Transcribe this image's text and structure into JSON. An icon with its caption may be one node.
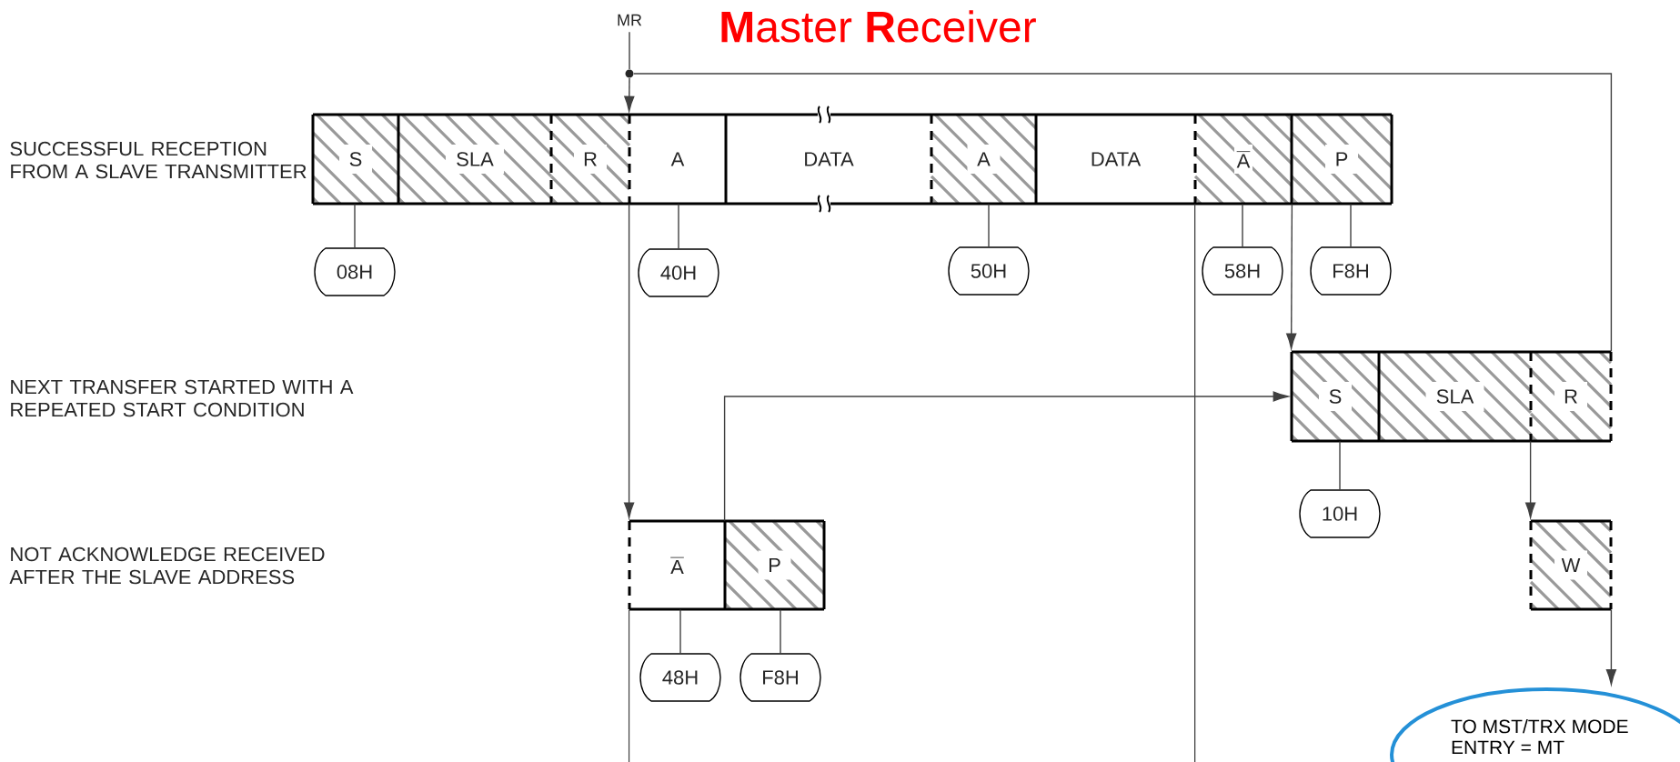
{
  "diagram": {
    "title": "**M**aster **R**eceiver",
    "nodes": [
      {
        "text": [
          "MR"
        ]
      },
      {
        "text": [
          "S"
        ]
      },
      {
        "text": [
          "SLA"
        ]
      },
      {
        "text": [
          "R"
        ]
      },
      {
        "text": [
          "A"
        ]
      },
      {
        "text": [
          "DATA"
        ]
      },
      {
        "text": [
          "A"
        ]
      },
      {
        "text": [
          "DATA"
        ]
      },
      {
        "text": [
          "\\overline{\\mathrm{A}}"
        ]
      },
      {
        "text": [
          "P"
        ]
      },
      {
        "text": [
          "08H"
        ]
      },
      {
        "text": [
          "40H"
        ]
      },
      {
        "text": [
          "50H"
        ]
      },
      {
        "text": [
          "58H"
        ]
      },
      {
        "text": [
          "F8H"
        ]
      },
      {
        "text": [
          "S"
        ]
      },
      {
        "text": [
          "SLA"
        ]
      },
      {
        "text": [
          "R"
        ]
      },
      {
        "text": [
          "10H"
        ]
      },
      {
        "text": [
          "\\overline{\\mathrm{A}}"
        ]
      },
      {
        "text": [
          "P"
        ]
      },
      {
        "text": [
          "W"
        ]
      },
      {
        "text": [
          "48H"
        ]
      },
      {
        "text": [
          "F8H"
        ]
      },
      {
        "text": [
          "TO MST/TRX MODE ENTRY = MT"
        ]
      },
      {
        "text": [],
        "shape": "circle"
      }
    ],
    "edges": [
      {
        "from": 0,
        "to": 25,
        "arrow": "none"
      },
      {
        "from": 25,
        "to": 4,
        "arrow": "to"
      },
      {
        "from": 4,
        "to": 19,
        "arrow": "to"
      },
      {
        "from": 19,
        "to": null,
        "arrow": "none"
      },
      {
        "from": 8,
        "to": null,
        "arrow": "none"
      },
      {
        "from": 8,
        "to": 15,
        "arrow": "to"
      },
      {
        "from": 20,
        "to": 15,
        "arrow": "to"
      },
      {
        "from": 17,
        "to": 21,
        "arrow": "to"
      },
      {
        "from": 21,
        "to": 24,
        "arrow": "to"
      },
      {
        "from": 1,
        "to": 10,
        "arrow": "none"
      },
      {
        "from": 4,
        "to": 11,
        "arrow": "none"
      },
      {
        "from": 6,
        "to": 12,
        "arrow": "none"
      },
      {
        "from": 8,
        "to": 13,
        "arrow": "none"
      },
      {
        "from": 9,
        "to": 14,
        "arrow": "none"
      },
      {
        "from": 15,
        "to": 18,
        "arrow": "none"
      },
      {
        "from": 19,
        "to": 22,
        "arrow": "none"
      },
      {
        "from": 20,
        "to": 23,
        "arrow": "none"
      },
      {
        "from": 25,
        "to": 17,
        "arrow": "none"
      }
    ],
    "labels": [
      "SUCCESSFUL RECEPTION FROM A SLAVE TRANSMITTER",
      "NEXT TRANSFER STARTED WITH A REPEATED START CONDITION",
      "NOT ACKNOWLEDGE RECEIVED AFTER THE SLAVE ADDRESS"
    ]
  }
}
